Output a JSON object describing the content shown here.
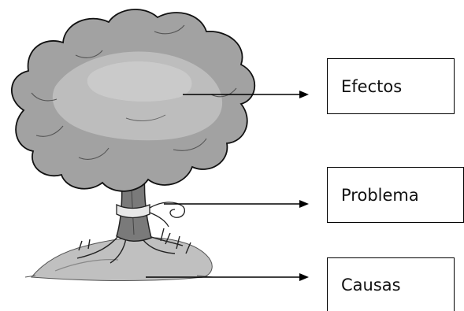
{
  "labels": {
    "effects": "Efectos",
    "problem": "Problema",
    "causes": "Causas"
  },
  "colors": {
    "canopy_dark": "#8c8c8c",
    "canopy_mid": "#a4a4a4",
    "canopy_light": "#c4c4c4",
    "trunk": "#7a7a7a",
    "ground": "#bdbdbd",
    "outline": "#000000"
  },
  "icons": {
    "tree": "tree-illustration",
    "arrow": "arrow-right-icon"
  }
}
